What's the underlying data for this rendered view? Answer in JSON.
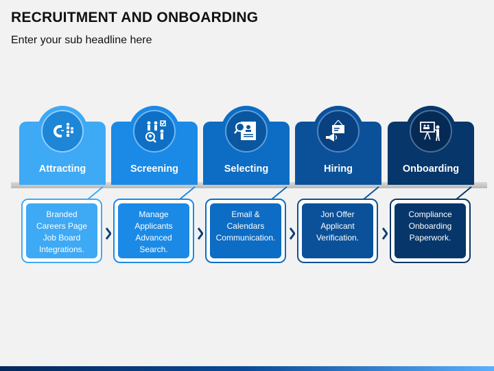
{
  "header": {
    "title": "RECRUITMENT AND ONBOARDING",
    "subtitle": "Enter your sub headline here"
  },
  "steps": [
    {
      "label": "Attracting",
      "lines": [
        "Branded",
        "Careers Page",
        "Job Board",
        "Integrations."
      ],
      "color": "#3ea9f5",
      "icon": "magnet-people-icon"
    },
    {
      "label": "Screening",
      "lines": [
        "Manage",
        "Applicants",
        "Advanced",
        "Search."
      ],
      "color": "#1b8ae6",
      "icon": "candidates-check-icon"
    },
    {
      "label": "Selecting",
      "lines": [
        "Email &",
        "Calendars",
        "Communication."
      ],
      "color": "#0d6cc3",
      "icon": "resume-search-icon"
    },
    {
      "label": "Hiring",
      "lines": [
        "Jon Offer",
        "Applicant",
        "Verification."
      ],
      "color": "#0b519a",
      "icon": "megaphone-sign-icon"
    },
    {
      "label": "Onboarding",
      "lines": [
        "Compliance",
        "Onboarding",
        "Paperwork."
      ],
      "color": "#06366a",
      "icon": "presentation-board-icon"
    }
  ]
}
